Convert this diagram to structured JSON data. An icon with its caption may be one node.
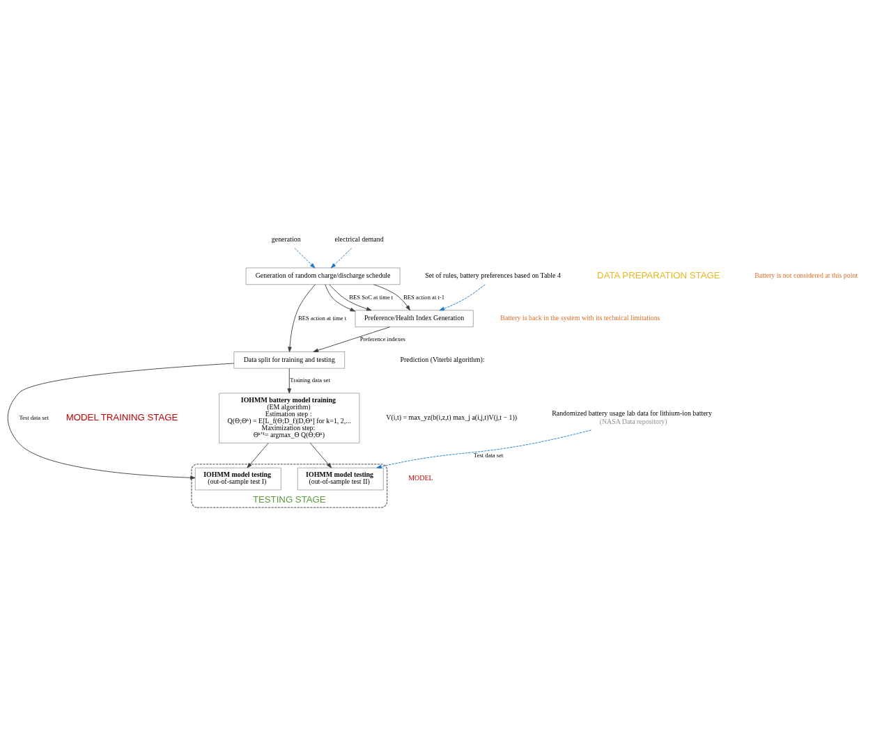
{
  "diagram": {
    "nodes": [
      {
        "text": [
          "generation"
        ]
      },
      {
        "text": [
          "electrical demand"
        ]
      },
      {
        "text": [
          "Generation of random charge/discharge schedule"
        ]
      },
      {
        "text": [
          "Preference/Health Index Generation"
        ]
      },
      {
        "text": [
          "Set of rules, battery preferences based on Table 4"
        ]
      },
      {
        "text": [
          "Data split for training and testing"
        ]
      },
      {
        "text": [
          "TESTING STAGE"
        ]
      },
      {
        "text": [
          "IOHMM model testing",
          "(out-of-sample test I)"
        ],
        "in": 6
      },
      {
        "text": [
          "IOHMM model testing",
          "(out-of-sample test II)"
        ],
        "in": 6
      },
      {
        "text": [
          "IOHMM battery model training",
          "(EM algorithm)",
          "Estimation step :",
          "Q(Θ;Θᵏ) = E[L_f(Θ;D_f)|D,Θᵏ] for k=1, 2,...",
          "Maximization step:",
          "Θᵏ⁺¹= argmax_Θ Q(Θ;Θᵏ)"
        ]
      },
      {
        "text": [
          "Randomized battery usage lab data for lithium-ion battery",
          "(NASA Data repository)"
        ]
      }
    ],
    "edges": [
      {
        "from": 0,
        "to": 2,
        "arrow": "to",
        "style": "dashed",
        "color": "#1f78c8"
      },
      {
        "from": 1,
        "to": 2,
        "arrow": "to",
        "style": "dashed",
        "color": "#1f78c8"
      },
      {
        "from": 2,
        "to": 3,
        "label": "BES SoC at time t",
        "arrow": "to"
      },
      {
        "from": 2,
        "to": 3,
        "label": "BES action at t-1",
        "arrow": "to"
      },
      {
        "from": 2,
        "to": 3,
        "arrow": "to"
      },
      {
        "from": 2,
        "to": 5,
        "label": "BES action at time t",
        "arrow": "to"
      },
      {
        "from": 4,
        "to": 3,
        "arrow": "to",
        "style": "dashed",
        "color": "#1f78c8"
      },
      {
        "from": 3,
        "to": 5,
        "label": "Preference indexes",
        "arrow": "to"
      },
      {
        "from": 5,
        "to": 7,
        "label": "Test data set",
        "arrow": "to"
      },
      {
        "from": 5,
        "to": 9,
        "label": "Training data set",
        "arrow": "to"
      },
      {
        "from": 9,
        "to": 7,
        "arrow": "to"
      },
      {
        "from": 9,
        "to": 8,
        "arrow": "to"
      },
      {
        "from": 10,
        "to": 8,
        "label": "Test data set",
        "arrow": "to",
        "style": "dashed",
        "color": "#1f78c8"
      }
    ],
    "labels": [
      "DATA PREPARATION STAGE",
      "Battery is not considered at this point",
      "Battery is back in the system with its technical limitations",
      "Prediction (Viterbi algorithm):",
      "V(i,t) = max_yz(b(i,z,t) max_j a(i,j,t)V(j,t − 1))",
      "MODEL TRAINING STAGE",
      "MODEL"
    ]
  }
}
